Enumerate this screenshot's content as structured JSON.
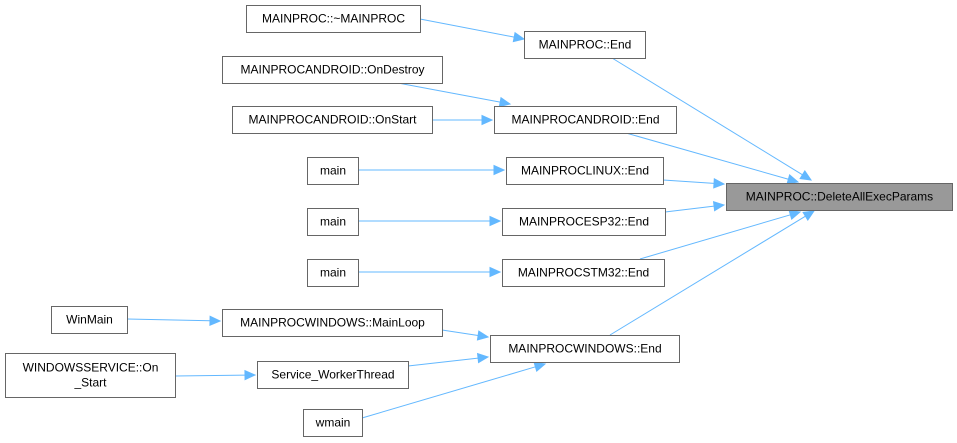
{
  "diagram": {
    "nodes": [
      {
        "id": "n_mainproc_dtor",
        "lines": [
          "MAINPROC::~MAINPROC"
        ]
      },
      {
        "id": "n_mainproc_end",
        "lines": [
          "MAINPROC::End"
        ]
      },
      {
        "id": "n_android_ondestroy",
        "lines": [
          "MAINPROCANDROID::OnDestroy"
        ]
      },
      {
        "id": "n_android_onstart",
        "lines": [
          "MAINPROCANDROID::OnStart"
        ]
      },
      {
        "id": "n_android_end",
        "lines": [
          "MAINPROCANDROID::End"
        ]
      },
      {
        "id": "n_main_linux",
        "lines": [
          "main"
        ]
      },
      {
        "id": "n_linux_end",
        "lines": [
          "MAINPROCLINUX::End"
        ]
      },
      {
        "id": "n_target",
        "lines": [
          "MAINPROC::DeleteAllExecParams"
        ]
      },
      {
        "id": "n_main_esp32",
        "lines": [
          "main"
        ]
      },
      {
        "id": "n_esp32_end",
        "lines": [
          "MAINPROCESP32::End"
        ]
      },
      {
        "id": "n_main_stm32",
        "lines": [
          "main"
        ]
      },
      {
        "id": "n_stm32_end",
        "lines": [
          "MAINPROCSTM32::End"
        ]
      },
      {
        "id": "n_winmain",
        "lines": [
          "WinMain"
        ]
      },
      {
        "id": "n_windows_mainloop",
        "lines": [
          "MAINPROCWINDOWS::MainLoop"
        ]
      },
      {
        "id": "n_windows_end",
        "lines": [
          "MAINPROCWINDOWS::End"
        ]
      },
      {
        "id": "n_winservice_onstart",
        "lines": [
          "WINDOWSSERVICE::On",
          "_Start"
        ]
      },
      {
        "id": "n_service_worker",
        "lines": [
          "Service_WorkerThread"
        ]
      },
      {
        "id": "n_wmain",
        "lines": [
          "wmain"
        ]
      }
    ],
    "edges": [
      {
        "from": "n_mainproc_dtor",
        "to": "n_mainproc_end"
      },
      {
        "from": "n_mainproc_end",
        "to": "n_target"
      },
      {
        "from": "n_android_ondestroy",
        "to": "n_android_end"
      },
      {
        "from": "n_android_onstart",
        "to": "n_android_end"
      },
      {
        "from": "n_android_end",
        "to": "n_target"
      },
      {
        "from": "n_main_linux",
        "to": "n_linux_end"
      },
      {
        "from": "n_linux_end",
        "to": "n_target"
      },
      {
        "from": "n_main_esp32",
        "to": "n_esp32_end"
      },
      {
        "from": "n_esp32_end",
        "to": "n_target"
      },
      {
        "from": "n_main_stm32",
        "to": "n_stm32_end"
      },
      {
        "from": "n_stm32_end",
        "to": "n_target"
      },
      {
        "from": "n_winmain",
        "to": "n_windows_mainloop"
      },
      {
        "from": "n_windows_mainloop",
        "to": "n_windows_end"
      },
      {
        "from": "n_winservice_onstart",
        "to": "n_service_worker"
      },
      {
        "from": "n_service_worker",
        "to": "n_windows_end"
      },
      {
        "from": "n_wmain",
        "to": "n_windows_end"
      },
      {
        "from": "n_windows_end",
        "to": "n_target"
      }
    ],
    "colors": {
      "edge": "#63b8ff",
      "node_border": "#666666",
      "node_fill": "#ffffff",
      "focus_fill": "#999999",
      "text": "#000000"
    }
  }
}
